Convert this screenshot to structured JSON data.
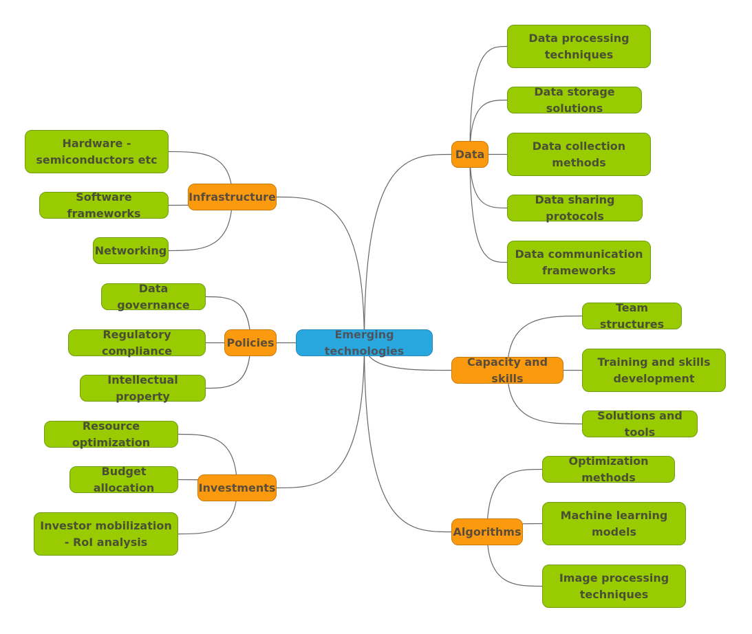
{
  "root": {
    "label": "Emerging technologies"
  },
  "branches": [
    {
      "id": "data",
      "label": "Data",
      "leaves": [
        {
          "id": "data-processing",
          "label": "Data processing techniques"
        },
        {
          "id": "data-storage",
          "label": "Data storage solutions"
        },
        {
          "id": "data-collection",
          "label": "Data collection methods"
        },
        {
          "id": "data-sharing",
          "label": "Data sharing protocols"
        },
        {
          "id": "data-communication",
          "label": "Data communication frameworks"
        }
      ]
    },
    {
      "id": "capacity",
      "label": "Capacity and skills",
      "leaves": [
        {
          "id": "team-structures",
          "label": "Team structures"
        },
        {
          "id": "training",
          "label": "Training and skills development"
        },
        {
          "id": "solutions-tools",
          "label": "Solutions and tools"
        }
      ]
    },
    {
      "id": "algorithms",
      "label": "Algorithms",
      "leaves": [
        {
          "id": "optimization-methods",
          "label": "Optimization methods"
        },
        {
          "id": "ml-models",
          "label": "Machine learning models"
        },
        {
          "id": "image-processing",
          "label": "Image processing techniques"
        }
      ]
    },
    {
      "id": "infrastructure",
      "label": "Infrastructure",
      "leaves": [
        {
          "id": "hardware",
          "label": "Hardware - semiconductors etc"
        },
        {
          "id": "software-frameworks",
          "label": "Software frameworks"
        },
        {
          "id": "networking",
          "label": "Networking"
        }
      ]
    },
    {
      "id": "policies",
      "label": "Policies",
      "leaves": [
        {
          "id": "data-governance",
          "label": "Data governance"
        },
        {
          "id": "regulatory-compliance",
          "label": "Regulatory compliance"
        },
        {
          "id": "intellectual-property",
          "label": "Intellectual property"
        }
      ]
    },
    {
      "id": "investments",
      "label": "Investments",
      "leaves": [
        {
          "id": "resource-optimization",
          "label": "Resource optimization"
        },
        {
          "id": "budget-allocation",
          "label": "Budget allocation"
        },
        {
          "id": "investor-mobilization",
          "label": "Investor mobilization - RoI analysis"
        }
      ]
    }
  ],
  "colors": {
    "root": "#29a8df",
    "branch": "#fb9a0e",
    "leaf": "#99cc00",
    "connector": "#666666"
  }
}
